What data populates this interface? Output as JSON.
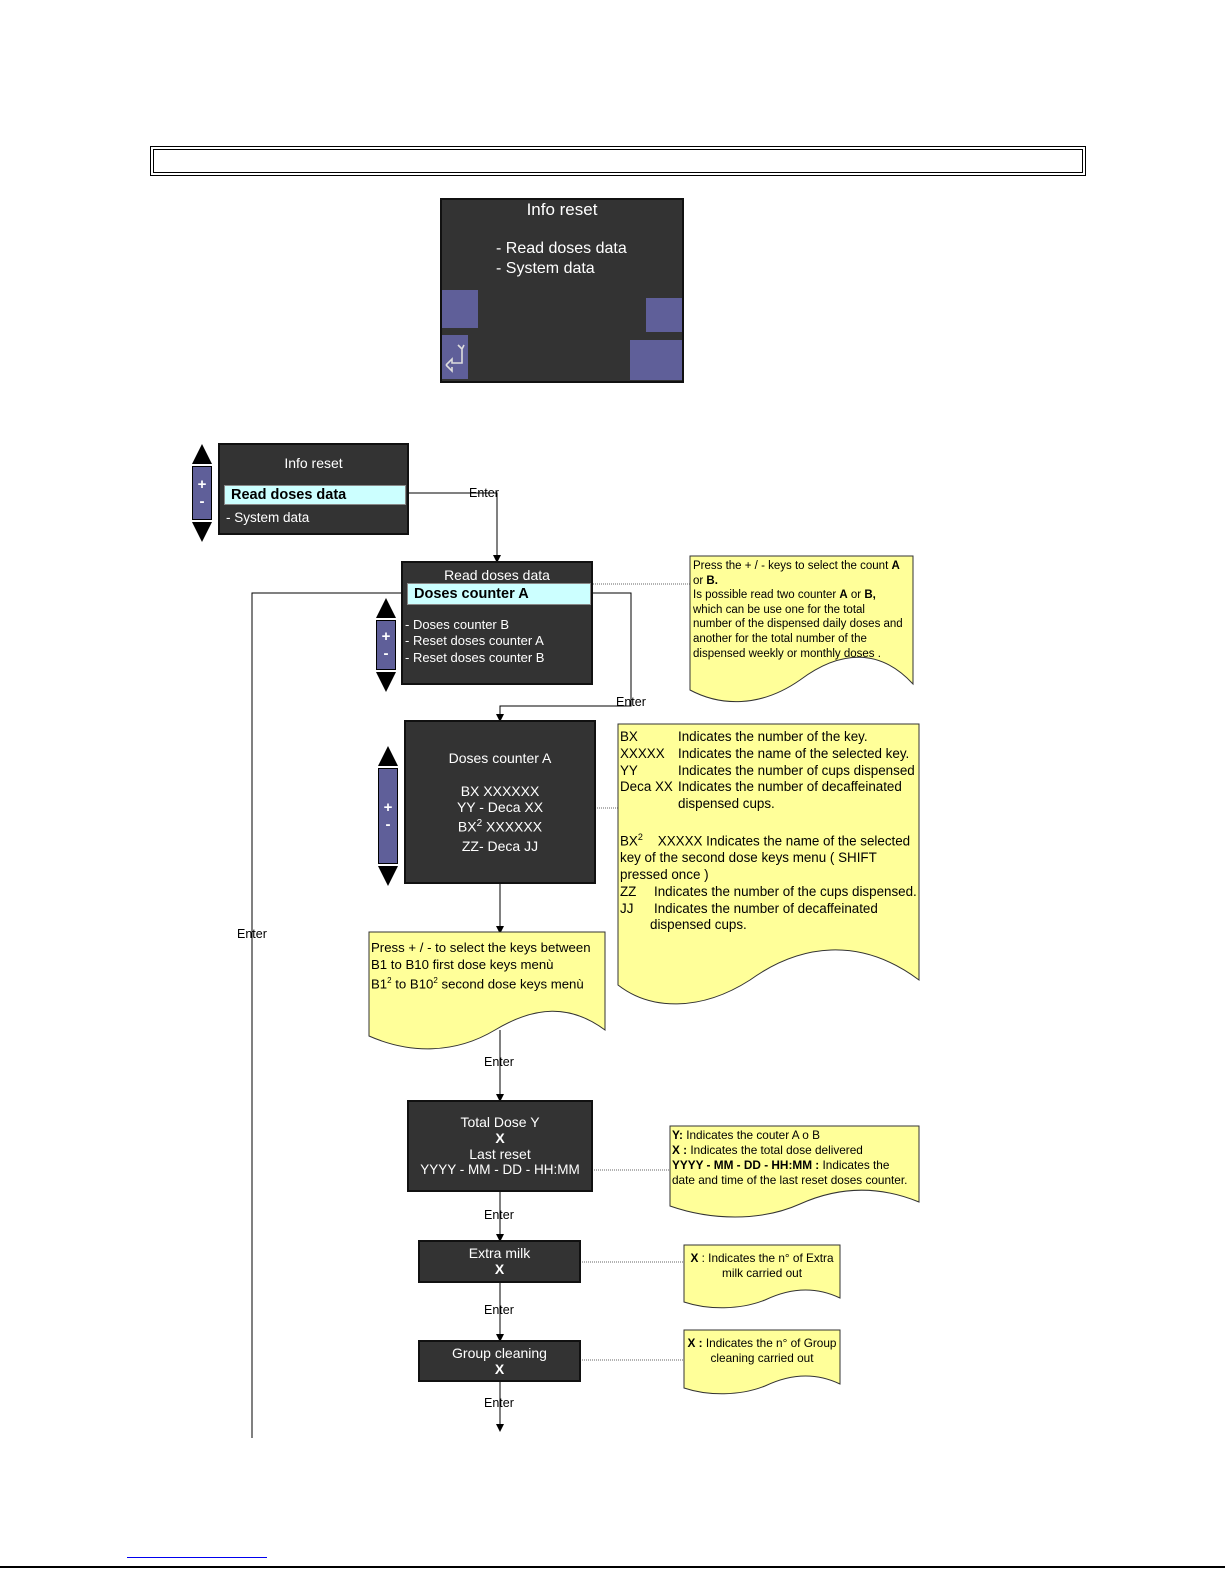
{
  "top_screen": {
    "title": "Info reset",
    "items": [
      "- Read doses data",
      "- System  data"
    ]
  },
  "menu_info": {
    "title": "Info reset",
    "selected": "Read doses data",
    "other": "- System  data",
    "plus": "+",
    "minus": "-"
  },
  "menu_read": {
    "title": "Read doses data",
    "selected": "Doses counter A",
    "items": [
      "- Doses counter B",
      "- Reset doses counter A",
      "- Reset doses counter B"
    ],
    "plus": "+",
    "minus": "-"
  },
  "screen_counter": {
    "title": "Doses counter A",
    "line1": "BX   XXXXXX",
    "line2": "YY - Deca XX",
    "line3_a": "BX",
    "line3_sup": "2",
    "line3_b": " XXXXXX",
    "line4": "ZZ- Deca JJ",
    "plus": "+",
    "minus": "-"
  },
  "screen_total": {
    "line1": "Total Dose  Y",
    "line2": "X",
    "line3": "Last reset",
    "line4": "YYYY - MM - DD  - HH:MM"
  },
  "screen_milk": {
    "line1": "Extra milk",
    "line2": "X"
  },
  "screen_group": {
    "line1": "Group cleaning",
    "line2": "X"
  },
  "enter_labels": {
    "e1": "Enter",
    "e2": "Enter",
    "e3": "Enter",
    "e4": "Enter",
    "e5": "Enter",
    "e6": "Enter",
    "e7": "Enter"
  },
  "notes": {
    "select": {
      "l1a": "Press the + / - keys to select the count ",
      "l1b": "A",
      "l2a": "or ",
      "l2b": "B.",
      "l3a": "Is possible read two counter ",
      "l3b": "A",
      "l3c": " or ",
      "l3d": "B,",
      "l4": "which can be use  one for  the total",
      "l5": "number of the dispensed daily doses and",
      "l6": "another for the total number of the",
      "l7": "dispensed weekly or monthly doses ."
    },
    "legend": {
      "r1k": "BX",
      "r1v": "Indicates the number of the key.",
      "r2k": "XXXXX",
      "r2v": "Indicates the name of the selected key.",
      "r3k": "YY",
      "r3v": "Indicates the number of cups dispensed",
      "r4k": "Deca XX",
      "r4v": "Indicates the number of decaffeinated",
      "r4v2": "dispensed cups.",
      "r5k": "BX",
      "r5sup": "2",
      "r5v": "XXXXX  Indicates the name of the selected",
      "r5v2": "key of the second dose keys menu ( SHIFT",
      "r5v3": "pressed once )",
      "r6k": "ZZ",
      "r6v": "Indicates the number of the cups dispensed.",
      "r7k": "JJ",
      "r7v": "Indicates the number of decaffeinated",
      "r7v2": "dispensed cups."
    },
    "keys": {
      "l1": "Press + / - to select the keys between",
      "l2": "B1 to B10 first dose keys menù",
      "l3a": "B1",
      "l3s": "2",
      "l3b": " to B10",
      "l3s2": "2",
      "l3c": " second dose keys menù"
    },
    "total": {
      "l1a": "Y:",
      "l1b": " Indicates the couter A o B",
      "l2a": "X :",
      "l2b": " Indicates the total dose delivered",
      "l3a": "YYYY - MM - DD - HH:MM :",
      "l3b": " Indicates  the",
      "l4": "date and time of  the last reset doses counter."
    },
    "milk": {
      "l1a": "X",
      "l1b": " : Indicates the n° of Extra",
      "l2": "milk carried out"
    },
    "group": {
      "l1a": "X :",
      "l1b": " Indicates the n° of Group",
      "l2": "cleaning carried out"
    }
  },
  "colors": {
    "screen": "#333333",
    "pad": "#5f5f99",
    "highlight": "#ccffff",
    "note": "#ffff99"
  }
}
